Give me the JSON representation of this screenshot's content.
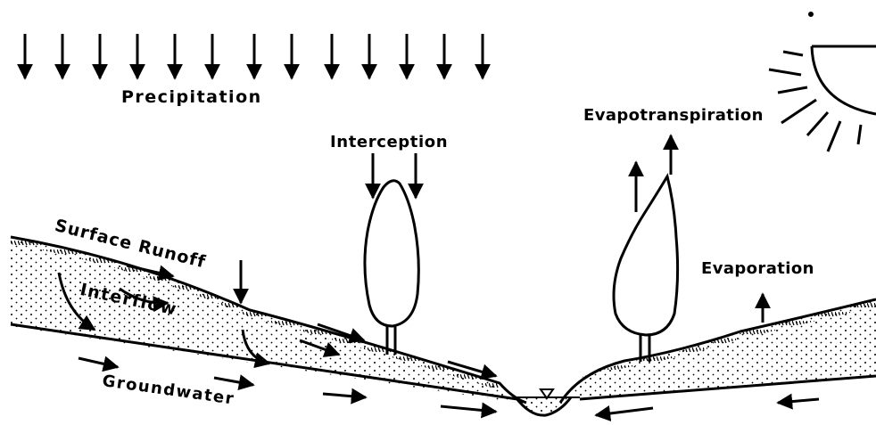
{
  "labels": {
    "precipitation": "Precipitation",
    "interception": "Interception",
    "evapotranspiration": "Evapotranspiration",
    "surface_runoff": "Surface Runoff",
    "interflow": "Interflow",
    "groundwater": "Groundwater",
    "evaporation": "Evaporation"
  },
  "colors": {
    "ink": "#000000",
    "background": "#ffffff"
  }
}
